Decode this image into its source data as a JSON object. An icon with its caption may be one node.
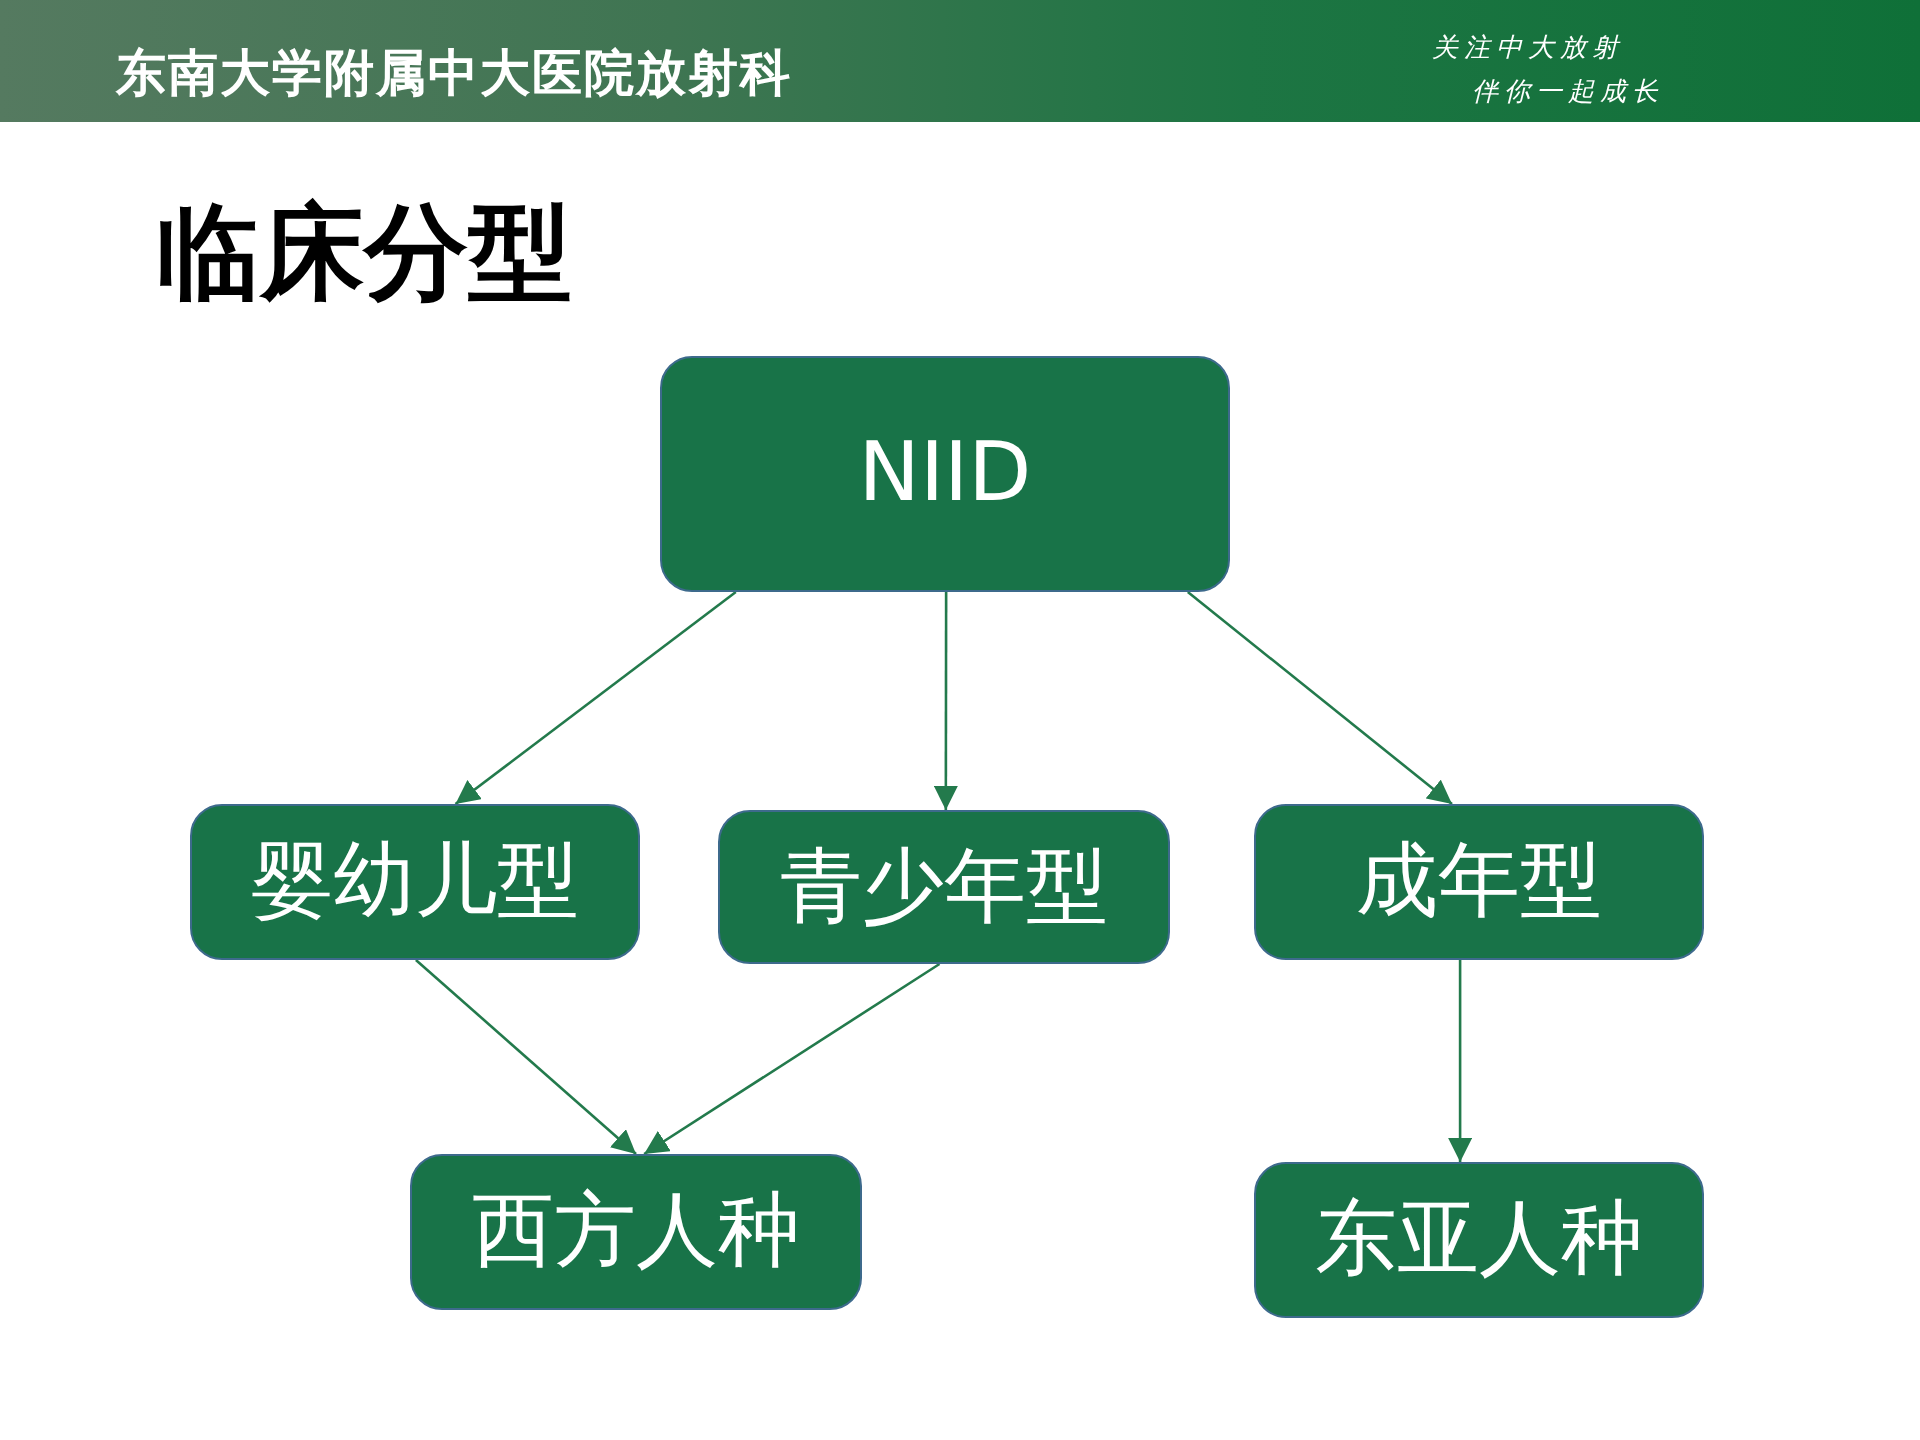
{
  "diagram": {
    "title": "临床分型",
    "nodes": [
      {
        "text": [
          "NIID"
        ]
      },
      {
        "text": [
          "婴幼儿型"
        ]
      },
      {
        "text": [
          "青少年型"
        ]
      },
      {
        "text": [
          "成年型"
        ]
      },
      {
        "text": [
          "西方人种"
        ]
      },
      {
        "text": [
          "东亚人种"
        ]
      }
    ],
    "edges": [
      {
        "from": 0,
        "to": 1,
        "arrow": "to"
      },
      {
        "from": 0,
        "to": 2,
        "arrow": "to"
      },
      {
        "from": 0,
        "to": 3,
        "arrow": "to"
      },
      {
        "from": 1,
        "to": 4,
        "arrow": "to"
      },
      {
        "from": 2,
        "to": 4,
        "arrow": "to"
      },
      {
        "from": 3,
        "to": 5,
        "arrow": "to"
      }
    ],
    "labels": [
      "东南大学附属中大医院放射科",
      "关注中大放射",
      "伴你一起成长"
    ]
  }
}
